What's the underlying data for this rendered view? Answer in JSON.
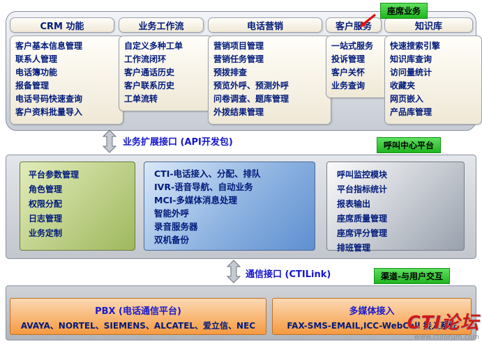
{
  "tags": {
    "agent_business": "座席业务",
    "call_center_platform": "呼叫中心平台",
    "channel_user": "渠道-与用户交互"
  },
  "interfaces": {
    "api": "业务扩展接口 (API开发包)",
    "ctilink": "通信接口 (CTILink)"
  },
  "columns": [
    {
      "title": "CRM 功能",
      "items": [
        "客户基本信息管理",
        "联系人管理",
        "电话簿功能",
        "报备管理",
        "电话号码快速查询",
        "客户资料批量导入"
      ]
    },
    {
      "title": "业务工作流",
      "items": [
        "自定义多种工单",
        "工作流闭环",
        "客户通话历史",
        "客户联系历史",
        "工单流转"
      ]
    },
    {
      "title": "电话营销",
      "items": [
        "营销项目管理",
        "营销任务管理",
        "预拨排查",
        "预览外呼、预测外呼",
        "问卷调查、题库管理",
        "外拨结果管理"
      ]
    },
    {
      "title": "客户服务",
      "items": [
        "一站式服务",
        "投诉管理",
        "客户关怀",
        "业务查询"
      ]
    },
    {
      "title": "知识库",
      "items": [
        "快速搜索引擎",
        "知识库查询",
        "访问量统计",
        "收藏夹",
        "网页嵌入",
        "产品库管理"
      ]
    }
  ],
  "platform": {
    "admin_items": [
      "平台参数管理",
      "角色管理",
      "权限分配",
      "日志管理",
      "业务定制"
    ],
    "core_items": [
      "CTI-电话接入、分配、排队",
      "IVR-语音导航、自动业务",
      "MCI-多媒体消息处理",
      "智能外呼",
      "录音服务器",
      "双机备份"
    ],
    "monitor_items": [
      "呼叫监控模块",
      "平台指标统计",
      "报表输出",
      "座席质量管理",
      "座席评分管理",
      "排班管理"
    ]
  },
  "channel": {
    "pbx_title": "PBX (电话通信平台)",
    "pbx_vendors": "AVAYA、NORTEL、SIEMENS、ALCATEL、爱立信、NEC",
    "media_title": "多媒体接入",
    "media_systems": "FAX-SMS-EMAIL,ICC-WebCall 接入系统"
  },
  "watermark": {
    "logo": "CTI论坛",
    "url": "www.ctiforum.com"
  },
  "colors": {
    "accent_green": "#2ecc2e",
    "accent_blue": "#1414cc",
    "navy_text": "#001a7a",
    "orange_box": "#f59a40",
    "red_arrow": "#dd1111"
  }
}
